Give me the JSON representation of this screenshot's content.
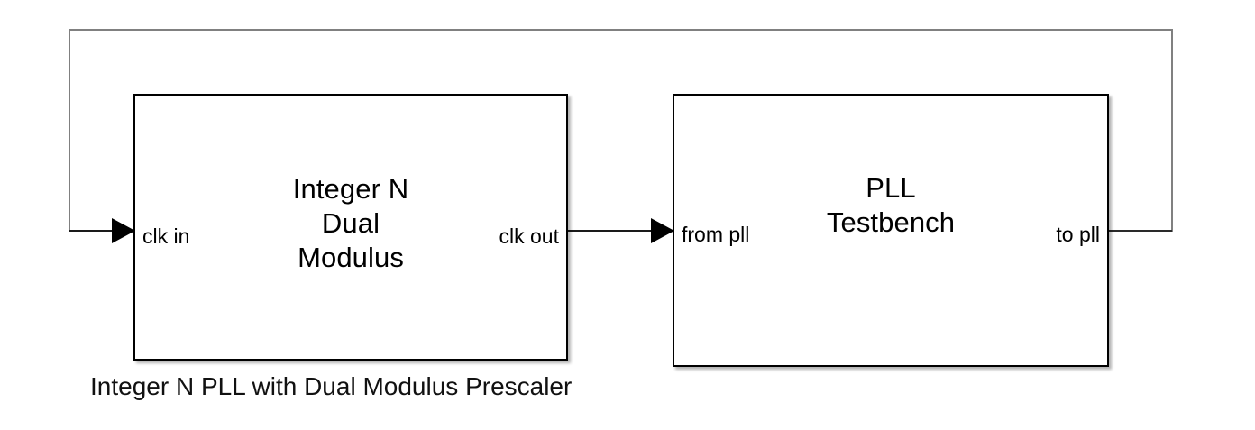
{
  "diagram": {
    "caption": "Integer N PLL with Dual Modulus Prescaler",
    "background_color": "#ffffff",
    "line_color": "#000000",
    "feedback_line_color": "#808080",
    "blocks": [
      {
        "id": "prescaler",
        "title": "Integer N\nDual\nModulus",
        "input_port": "clk in",
        "output_port": "clk out"
      },
      {
        "id": "testbench",
        "title": "PLL\nTestbench",
        "input_port": "from pll",
        "output_port": "to pll"
      }
    ],
    "connections": [
      {
        "id": "clk-out-to-from-pll",
        "from": "clk out",
        "to": "from pll",
        "arrow": "right"
      },
      {
        "id": "to-pll-feedback-to-clk-in",
        "from": "to pll",
        "to": "clk in",
        "arrow": "right"
      }
    ]
  }
}
